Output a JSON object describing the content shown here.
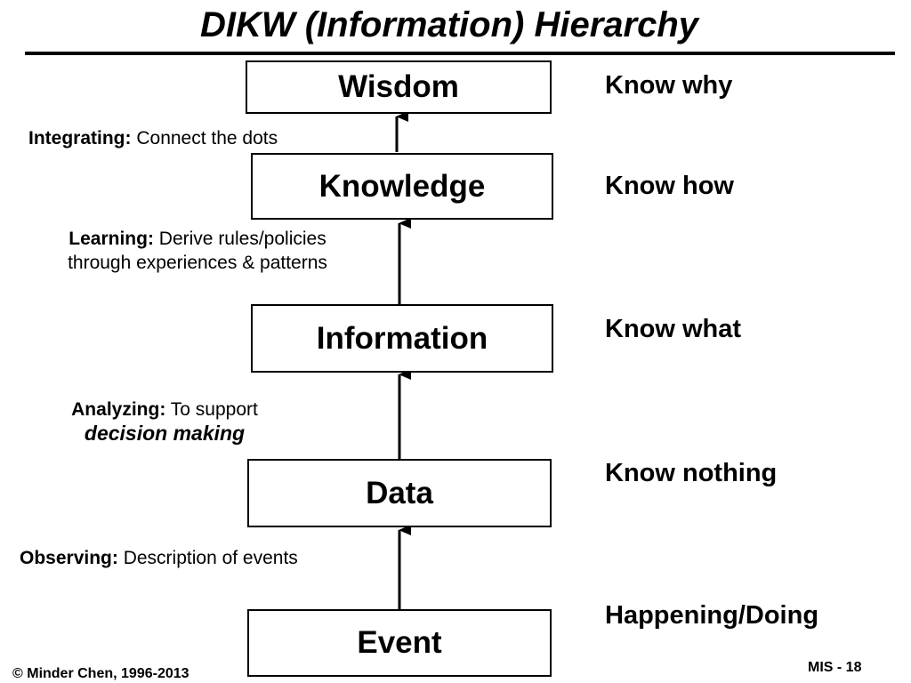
{
  "title": "DIKW (Information) Hierarchy",
  "levels": [
    {
      "label": "Wisdom",
      "know": "Know why"
    },
    {
      "label": "Knowledge",
      "know": "Know how"
    },
    {
      "label": "Information",
      "know": "Know what"
    },
    {
      "label": "Data",
      "know": "Know nothing"
    },
    {
      "label": "Event",
      "know": "Happening/Doing"
    }
  ],
  "processes": [
    {
      "term": "Integrating:",
      "text": "Connect the dots"
    },
    {
      "term": "Learning:",
      "text": "Derive rules/policies",
      "line2": "through experiences & patterns"
    },
    {
      "term": "Analyzing:",
      "text": "To support",
      "emphasis": "decision making"
    },
    {
      "term": "Observing:",
      "text": "Description of events"
    }
  ],
  "footer": {
    "copyright": "© Minder Chen, 1996-2013",
    "slide": "MIS - 18"
  }
}
